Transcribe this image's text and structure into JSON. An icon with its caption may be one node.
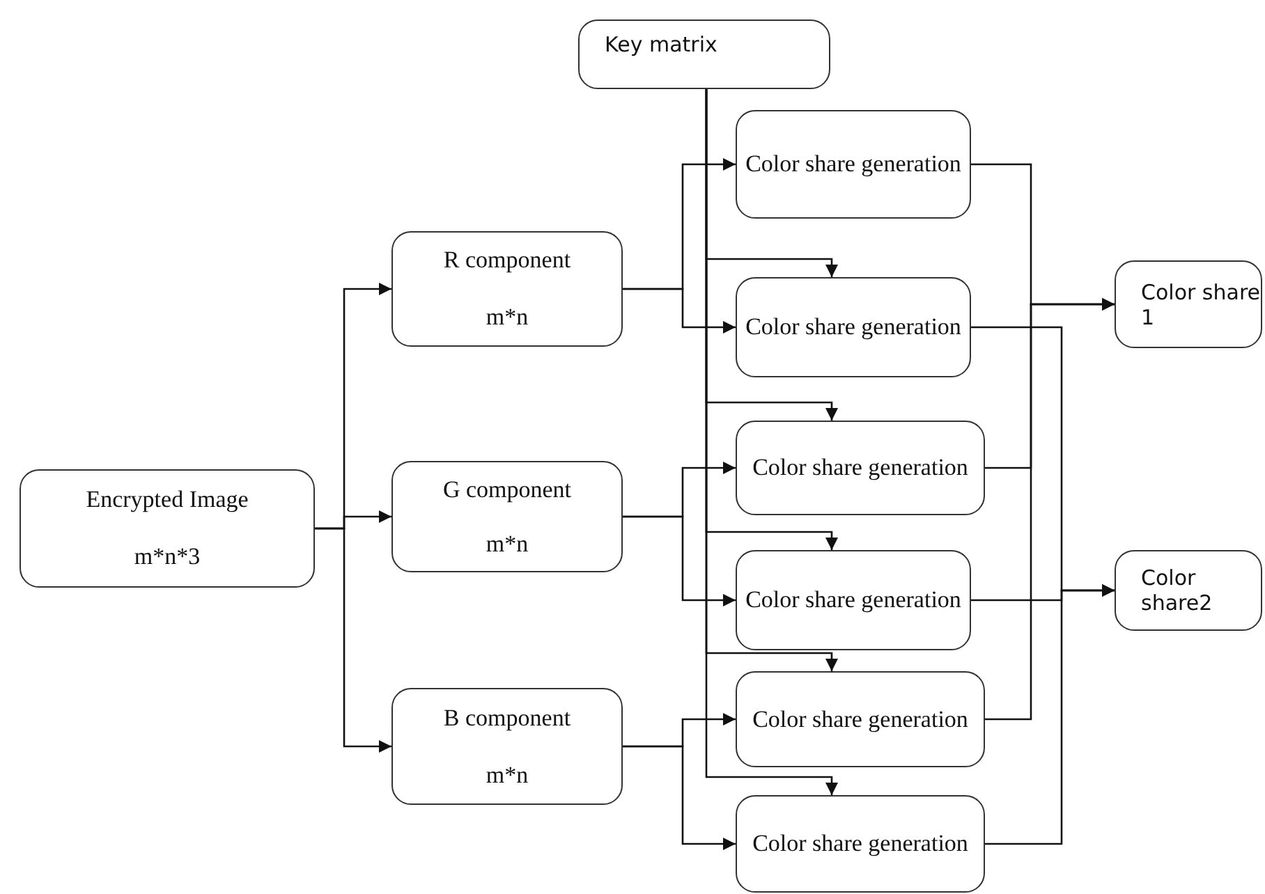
{
  "diagram": {
    "nodes": [
      {
        "text": [
          "Key matrix"
        ]
      },
      {
        "text": [
          "Encrypted Image",
          "m*n*3"
        ]
      },
      {
        "text": [
          "R component",
          "m*n"
        ]
      },
      {
        "text": [
          "G component",
          "m*n"
        ]
      },
      {
        "text": [
          "B component",
          "m*n"
        ]
      },
      {
        "text": [
          "Color share generation"
        ]
      },
      {
        "text": [
          "Color share generation"
        ]
      },
      {
        "text": [
          "Color share generation"
        ]
      },
      {
        "text": [
          "Color share generation"
        ]
      },
      {
        "text": [
          "Color share generation"
        ]
      },
      {
        "text": [
          "Color share generation"
        ]
      },
      {
        "text": [
          "Color share 1"
        ]
      },
      {
        "text": [
          "Color share2"
        ]
      }
    ],
    "edges": [
      {
        "from": 1,
        "to": 2,
        "arrow": "to"
      },
      {
        "from": 1,
        "to": 3,
        "arrow": "to"
      },
      {
        "from": 1,
        "to": 4,
        "arrow": "to"
      },
      {
        "from": 2,
        "to": 5,
        "arrow": "to"
      },
      {
        "from": 2,
        "to": 6,
        "arrow": "to"
      },
      {
        "from": 3,
        "to": 7,
        "arrow": "to"
      },
      {
        "from": 3,
        "to": 8,
        "arrow": "to"
      },
      {
        "from": 4,
        "to": 9,
        "arrow": "to"
      },
      {
        "from": 4,
        "to": 10,
        "arrow": "to"
      },
      {
        "from": 0,
        "to": 6,
        "arrow": "to"
      },
      {
        "from": 0,
        "to": 7,
        "arrow": "to"
      },
      {
        "from": 0,
        "to": 8,
        "arrow": "to"
      },
      {
        "from": 0,
        "to": 9,
        "arrow": "to"
      },
      {
        "from": 0,
        "to": 10,
        "arrow": "to"
      },
      {
        "from": 5,
        "to": 11,
        "arrow": "to"
      },
      {
        "from": 7,
        "to": 11,
        "arrow": "to"
      },
      {
        "from": 9,
        "to": 11,
        "arrow": "to"
      },
      {
        "from": 6,
        "to": 12,
        "arrow": "to"
      },
      {
        "from": 8,
        "to": 12,
        "arrow": "to"
      },
      {
        "from": 10,
        "to": 12,
        "arrow": "to"
      }
    ]
  }
}
